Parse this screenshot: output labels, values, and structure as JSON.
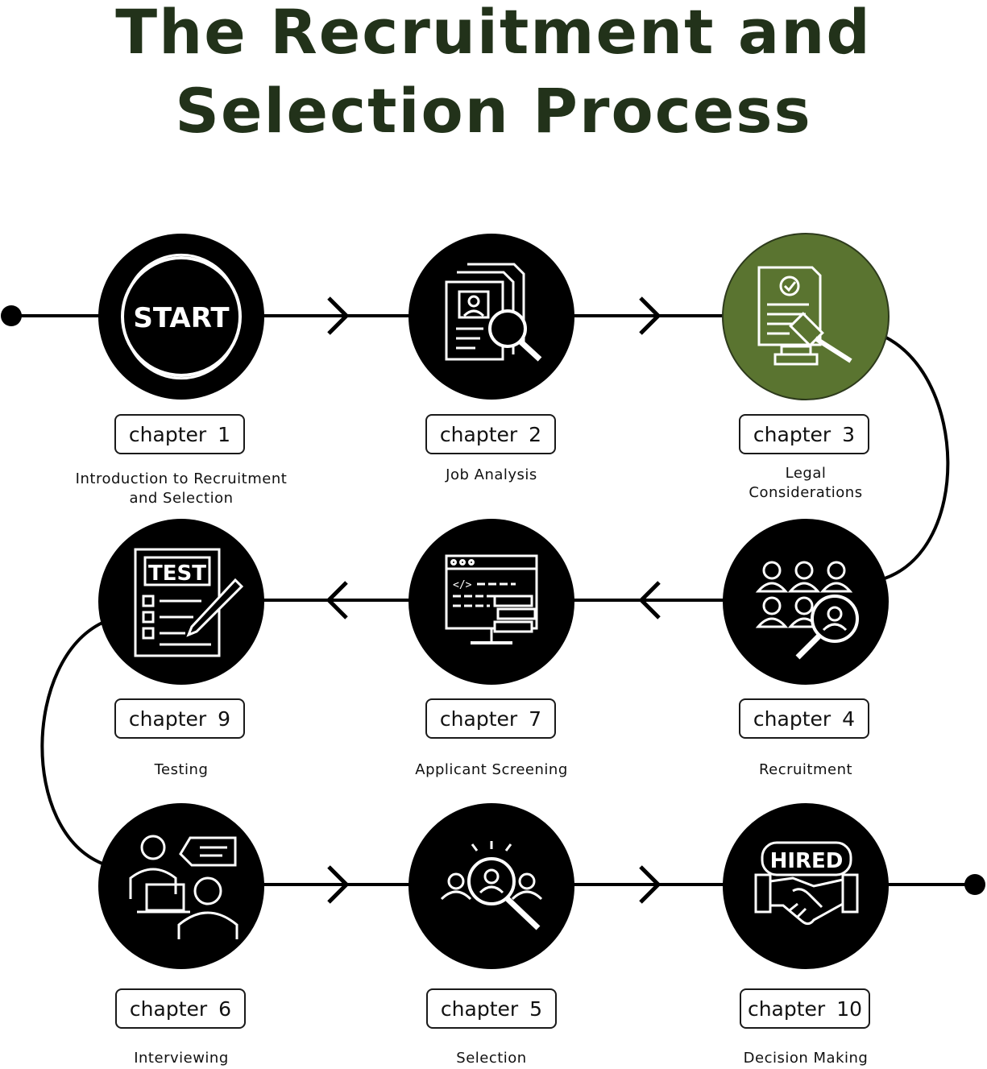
{
  "title": {
    "line1": "The Recruitment and",
    "line2": "Selection Process"
  },
  "colors": {
    "title": "#22321a",
    "node": "#000000",
    "highlight": "#5a7430",
    "line": "#000000"
  },
  "steps": [
    {
      "chapter": "chapter",
      "num": "1",
      "label": "Introduction to Recruitment\nand Selection",
      "icon": "start-badge-icon",
      "icon_text": "START"
    },
    {
      "chapter": "chapter",
      "num": "2",
      "label": "Job Analysis",
      "icon": "document-search-icon"
    },
    {
      "chapter": "chapter",
      "num": "3",
      "label": "Legal\nConsiderations",
      "icon": "legal-gavel-icon"
    },
    {
      "chapter": "chapter",
      "num": "4",
      "label": "Recruitment",
      "icon": "people-search-icon"
    },
    {
      "chapter": "chapter",
      "num": "7",
      "label": "Applicant Screening",
      "icon": "code-screen-icon"
    },
    {
      "chapter": "chapter",
      "num": "9",
      "label": "Testing",
      "icon": "test-sheet-icon",
      "icon_text": "TEST"
    },
    {
      "chapter": "chapter",
      "num": "6",
      "label": "Interviewing",
      "icon": "interview-icon"
    },
    {
      "chapter": "chapter",
      "num": "5",
      "label": "Selection",
      "icon": "candidate-search-icon"
    },
    {
      "chapter": "chapter",
      "num": "10",
      "label": "Decision Making",
      "icon": "hired-handshake-icon",
      "icon_text": "HIRED"
    }
  ]
}
